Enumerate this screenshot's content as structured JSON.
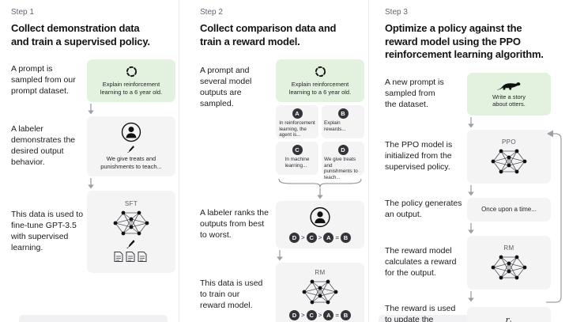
{
  "colors": {
    "background": "#ffffff",
    "green_box": "#e3f2de",
    "gray_box": "#f4f4f5",
    "text_dark": "#202123",
    "muted_label": "#5b5b66",
    "arrow": "#9ba0a6",
    "chip_bg": "#32343a",
    "divider": "#ebebed"
  },
  "icons": {
    "cycle": "dashed-refresh-circle",
    "person": "person-in-circle",
    "pen": "pen-nib",
    "network": "neural-network",
    "documents": "three-documents",
    "otter": "otter-silhouette",
    "arrow_down": "down-arrow",
    "brace": "curly-brace-down",
    "loop": "feedback-loop-arrow"
  },
  "steps": [
    {
      "label": "Step 1",
      "headline": "Collect demonstration data\nand train a supervised policy.",
      "items": [
        {
          "text": "A prompt is\nsampled from our\nprompt dataset.",
          "box": {
            "caption": "Explain reinforcement\nlearning to a 6 year old."
          }
        },
        {
          "text": "A labeler\ndemonstrates the\ndesired output\nbehavior.",
          "box": {
            "caption": "We give treats and\npunishments to teach..."
          }
        },
        {
          "text": "This data is used to\nfine-tune GPT-3.5\nwith supervised\nlearning.",
          "box": {
            "label": "SFT"
          }
        }
      ]
    },
    {
      "label": "Step 2",
      "headline": "Collect comparison data and\ntrain a reward model.",
      "items": [
        {
          "text": "A prompt and\nseveral model\noutputs are\nsampled.",
          "box": {
            "caption": "Explain reinforcement\nlearning to a 6 year old."
          },
          "outputs": [
            {
              "letter": "A",
              "caption": "In reinforcement\nlearning, the\nagent is..."
            },
            {
              "letter": "B",
              "caption": "Explain rewards..."
            },
            {
              "letter": "C",
              "caption": "In machine\nlearning..."
            },
            {
              "letter": "D",
              "caption": "We give treats and\npunishments to\nteach..."
            }
          ]
        },
        {
          "text": "A labeler ranks the\noutputs from best\nto worst.",
          "rank": {
            "items": [
              "D",
              ">",
              "C",
              ">",
              "A",
              "=",
              "B"
            ]
          }
        },
        {
          "text": "This data is used\nto train our\nreward model.",
          "box": {
            "label": "RM"
          },
          "rank": {
            "items": [
              "D",
              ">",
              "C",
              ">",
              "A",
              "=",
              "B"
            ]
          }
        }
      ]
    },
    {
      "label": "Step 3",
      "headline": "Optimize a policy against the\nreward model using the PPO\nreinforcement learning algorithm.",
      "items": [
        {
          "text": "A new prompt is\nsampled from\nthe dataset.",
          "box": {
            "caption": "Write a story\nabout otters."
          }
        },
        {
          "text": "The PPO model is\ninitialized from the\nsupervised policy.",
          "box": {
            "label": "PPO"
          }
        },
        {
          "text": "The policy generates\nan output.",
          "box": {
            "caption": "Once upon a time..."
          }
        },
        {
          "text": "The reward model\ncalculates a reward\nfor the output.",
          "box": {
            "label": "RM"
          }
        },
        {
          "text": "The reward is used\nto update the\npolicy using PPO.",
          "box": {
            "value_main": "r",
            "value_sub": "k"
          }
        }
      ]
    }
  ]
}
